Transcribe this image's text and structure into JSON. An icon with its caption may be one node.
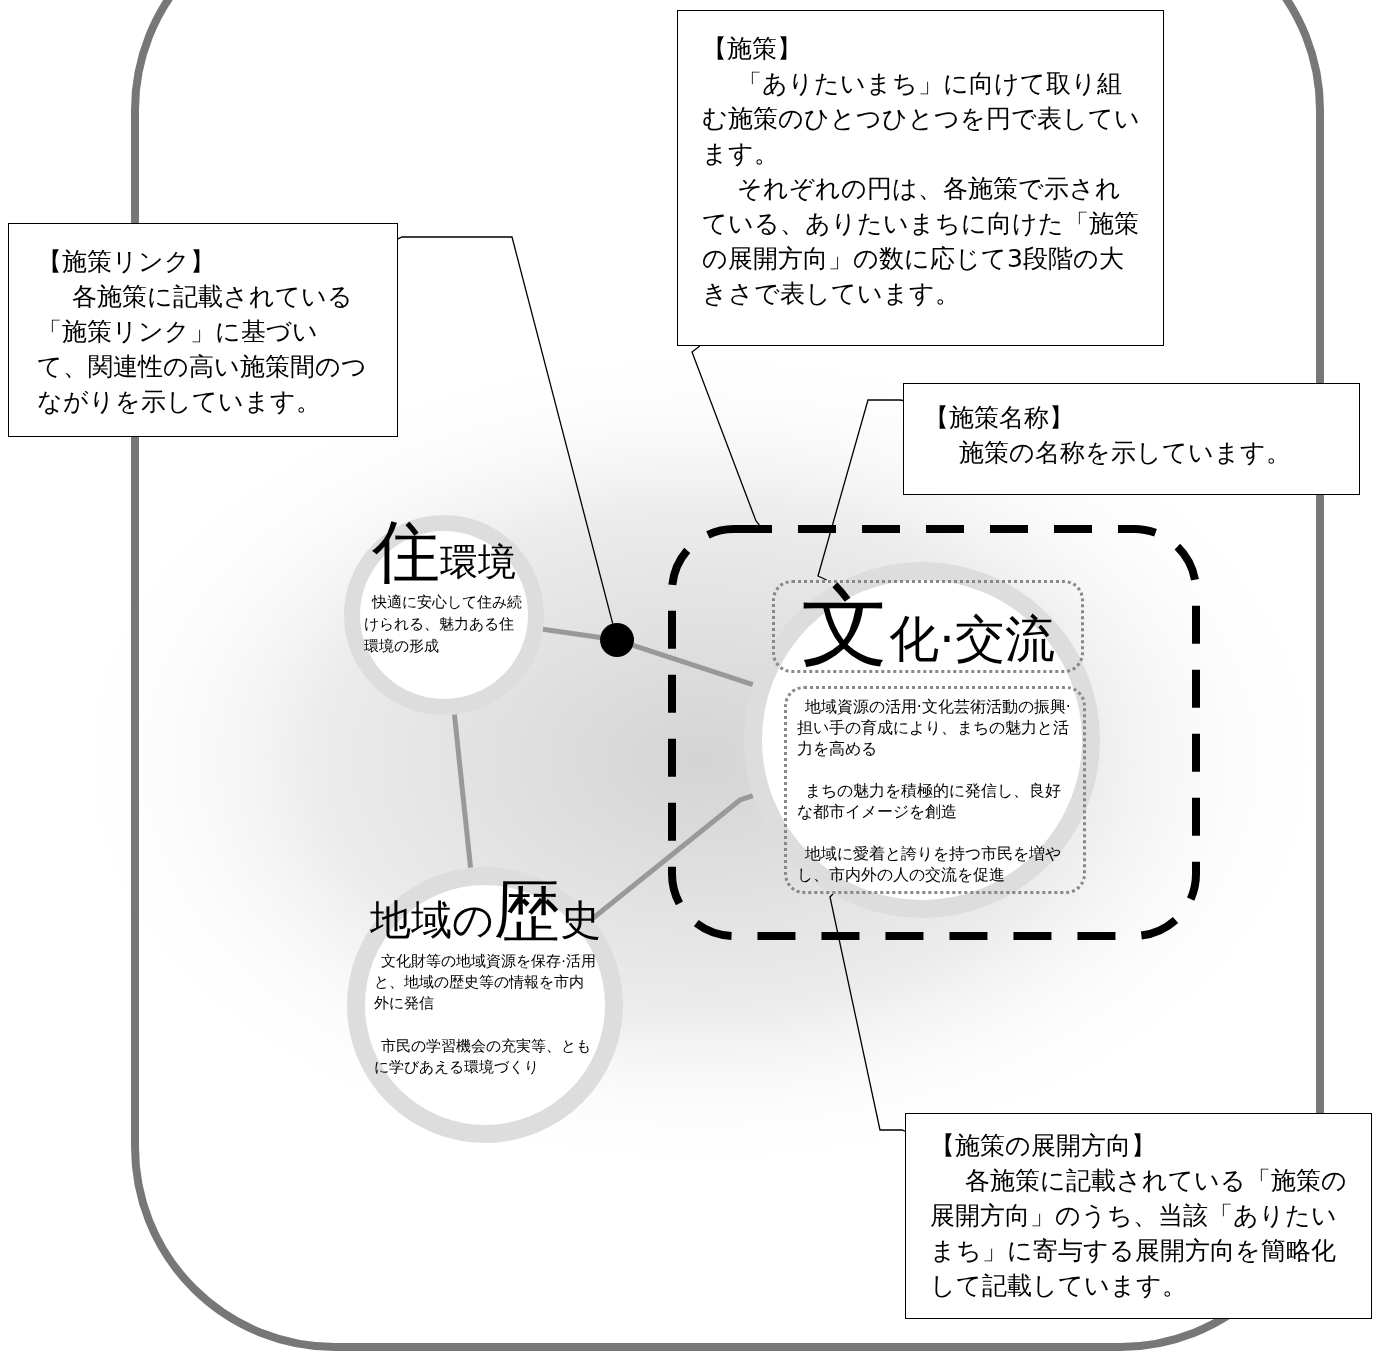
{
  "diagram": {
    "nodes": [
      {
        "text": [
          "【施策】",
          "「ありたいまち」に向けて取り組む施策のひとつひとつを円で表しています。",
          "それぞれの円は、各施策で示されている、ありたいまちに向けた「施策の展開方向」の数に応じて3段階の大きさで表しています。"
        ]
      },
      {
        "text": [
          "【施策リンク】",
          "各施策に記載されている「施策リンク」に基づいて、関連性の高い施策間のつながりを示しています。"
        ]
      },
      {
        "text": [
          "【施策名称】",
          "施策の名称を示しています。"
        ]
      },
      {
        "text": [],
        "shape": "box"
      },
      {
        "text": [],
        "shape": "circle",
        "in": 3
      },
      {
        "text": [
          "**文**化·交流"
        ],
        "in": 4
      },
      {
        "text": [
          "地域資源の活用·文化芸術活動の振興·担い手の育成により、まちの魅力と活力を高める",
          "まちの魅力を積極的に発信し、良好な都市イメージを創造",
          "地域に愛着と誇りを持つ市民を増やし、市内外の人の交流を促進"
        ],
        "in": 4
      },
      {
        "text": [
          "**住**環境",
          "快適に安心して住み続けられる、魅力ある住環境の形成"
        ]
      },
      {
        "text": [],
        "shape": "circle"
      },
      {
        "text": [
          "地域の**歴**史",
          "文化財等の地域資源を保存·活用と、地域の歴史等の情報を市内外に発信",
          "市民の学習機会の充実等、ともに学びあえる環境づくり"
        ]
      },
      {
        "text": [
          "【施策の展開方向】",
          "各施策に記載されている「施策の展開方向」のうち、当該「ありたいまち」に寄与する展開方向を簡略化して記載しています。"
        ]
      }
    ],
    "edges": [
      {
        "from": 0,
        "to": 3,
        "arrow": "none"
      },
      {
        "from": 1,
        "to": 8,
        "arrow": "none"
      },
      {
        "from": 2,
        "to": 5,
        "arrow": "none"
      },
      {
        "from": 10,
        "to": 6,
        "arrow": "none"
      },
      {
        "from": 7,
        "to": 8,
        "arrow": "none",
        "style": "thick",
        "color": "#999999"
      },
      {
        "from": 8,
        "to": 4,
        "arrow": "none",
        "style": "thick",
        "color": "#999999"
      },
      {
        "from": 7,
        "to": 9,
        "arrow": "none",
        "style": "thick",
        "color": "#999999"
      },
      {
        "from": 9,
        "to": 4,
        "arrow": "none",
        "style": "thick",
        "color": "#999999"
      }
    ]
  }
}
